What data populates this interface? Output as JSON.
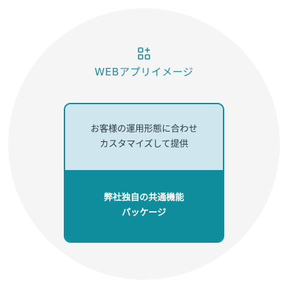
{
  "header": {
    "icon": "grid-plus-icon",
    "title": "WEBアプリイメージ"
  },
  "card": {
    "top_lines": [
      "お客様の運用形態に合わせ",
      "カスタマイズして提供"
    ],
    "bottom_lines": [
      "弊社独自の共通機能",
      "パッケージ"
    ]
  },
  "colors": {
    "accent": "#1a8ea3",
    "card_bottom": "#108d9d",
    "card_top": "#cfe6ee",
    "background_circle": "#f5f5f5"
  }
}
